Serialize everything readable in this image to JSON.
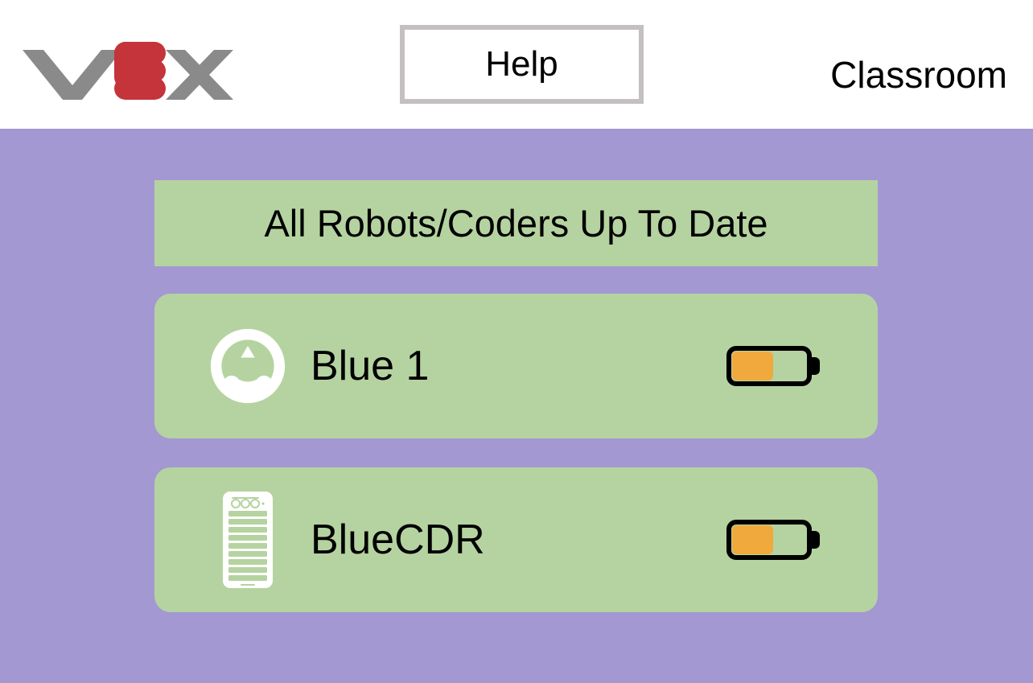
{
  "header": {
    "logo_name": "vex-logo",
    "logo_text": "VEX",
    "logo_gray": "#8a8a8a",
    "logo_red": "#c4343a",
    "help_label": "Help",
    "help_border_color": "#c4bfc0",
    "classroom_label": "Classroom",
    "background": "#ffffff"
  },
  "main": {
    "background": "#a398d2",
    "card_color": "#b5d3a0",
    "status_banner": {
      "text": "All Robots/Coders Up To Date"
    },
    "devices": [
      {
        "name": "Blue 1",
        "icon": "vex-123-robot-icon",
        "battery": {
          "level_percent": 55,
          "fill_color": "#f0a93d"
        }
      },
      {
        "name": "BlueCDR",
        "icon": "vex-coder-icon",
        "battery": {
          "level_percent": 55,
          "fill_color": "#f0a93d"
        }
      }
    ]
  }
}
